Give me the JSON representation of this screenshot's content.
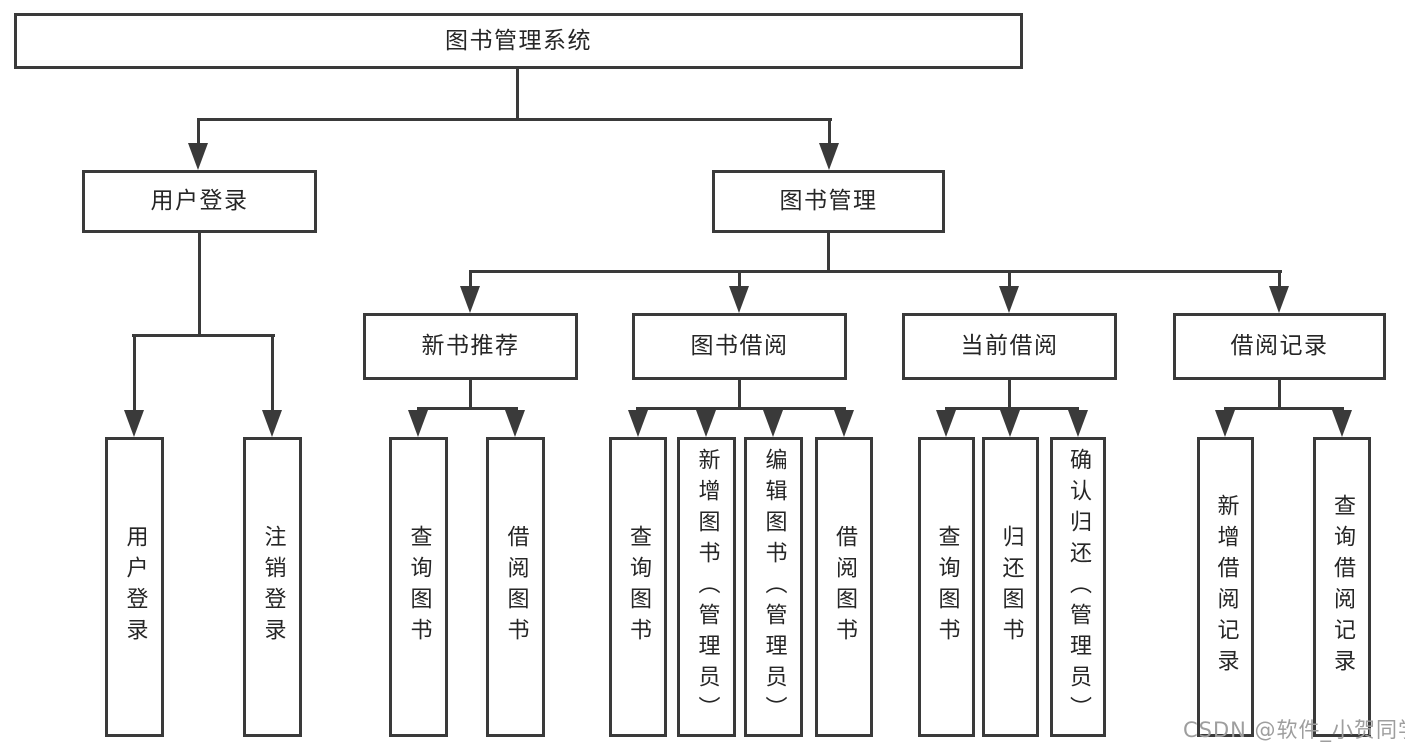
{
  "diagram": {
    "root": {
      "label": "图书管理系统"
    },
    "branches": [
      {
        "label": "用户登录",
        "leaves": [
          "用户登录",
          "注销登录"
        ]
      },
      {
        "label": "图书管理",
        "groups": [
          {
            "label": "新书推荐",
            "leaves": [
              "查询图书",
              "借阅图书"
            ]
          },
          {
            "label": "图书借阅",
            "leaves": [
              "查询图书",
              "新增图书（管理员）",
              "编辑图书（管理员）",
              "借阅图书"
            ]
          },
          {
            "label": "当前借阅",
            "leaves": [
              "查询图书",
              "归还图书",
              "确认归还（管理员）"
            ]
          },
          {
            "label": "借阅记录",
            "leaves": [
              "新增借阅记录",
              "查询借阅记录"
            ]
          }
        ]
      }
    ]
  },
  "watermark": "CSDN @软件_小贺同学",
  "colors": {
    "line": "#3a3a3a",
    "text": "#262626",
    "watermark": "#9e9e9e",
    "background": "#ffffff"
  }
}
